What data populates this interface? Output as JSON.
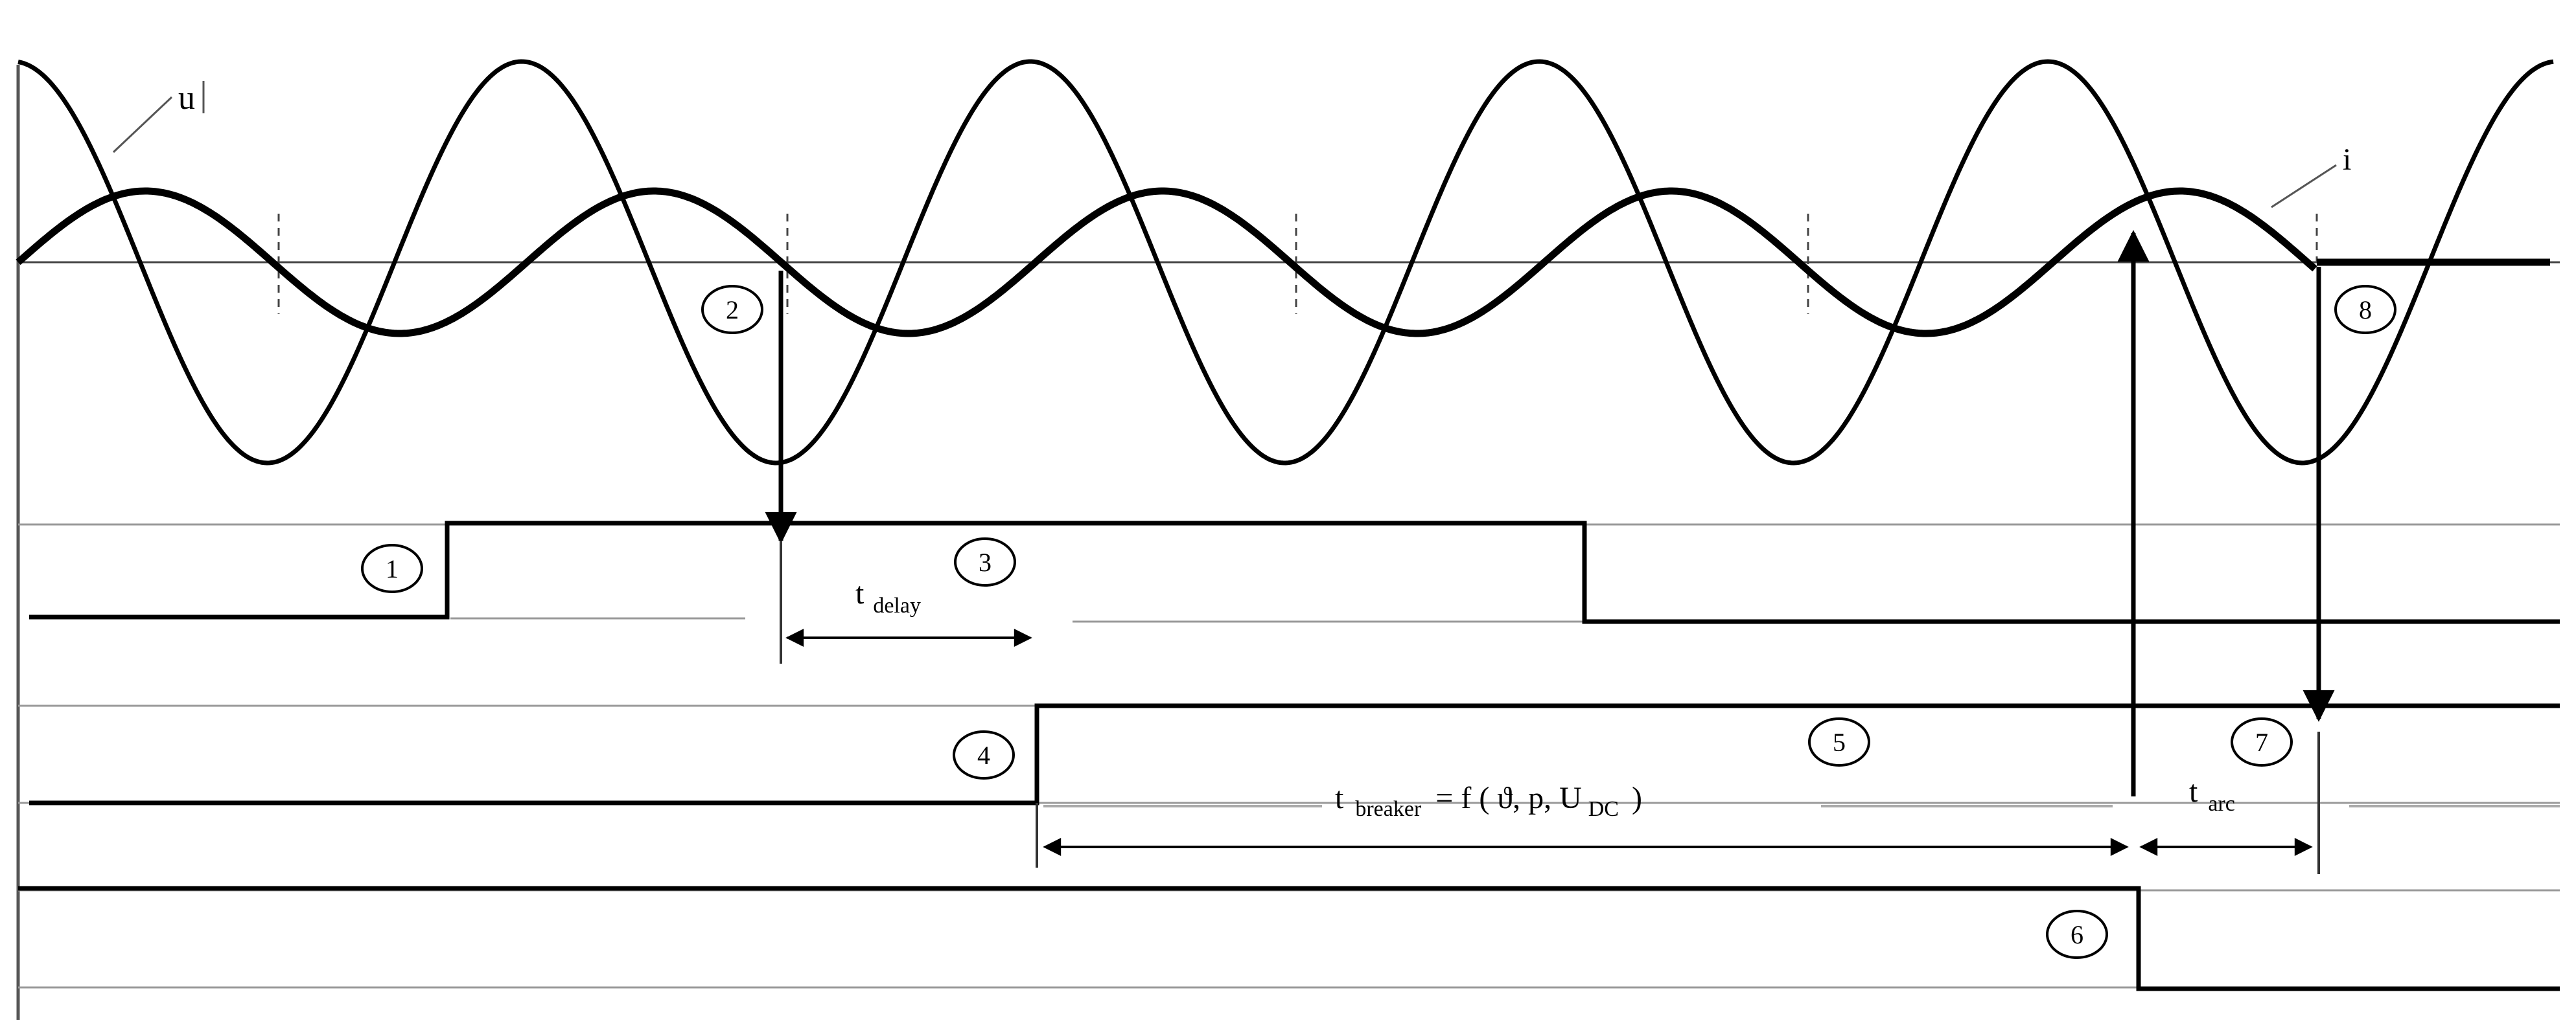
{
  "labels": {
    "voltage": "u",
    "current": "i",
    "t_delay_main": "t",
    "t_delay_sub": "delay",
    "t_breaker_main": "t",
    "t_breaker_sub": "breaker",
    "t_breaker_formula_a": "= f ( ϑ, p, U",
    "t_breaker_formula_sub": "DC",
    "t_breaker_formula_b": ")",
    "t_arc_main": "t",
    "t_arc_sub": "arc"
  },
  "markers": [
    "1",
    "2",
    "3",
    "4",
    "5",
    "6",
    "7",
    "8"
  ]
}
